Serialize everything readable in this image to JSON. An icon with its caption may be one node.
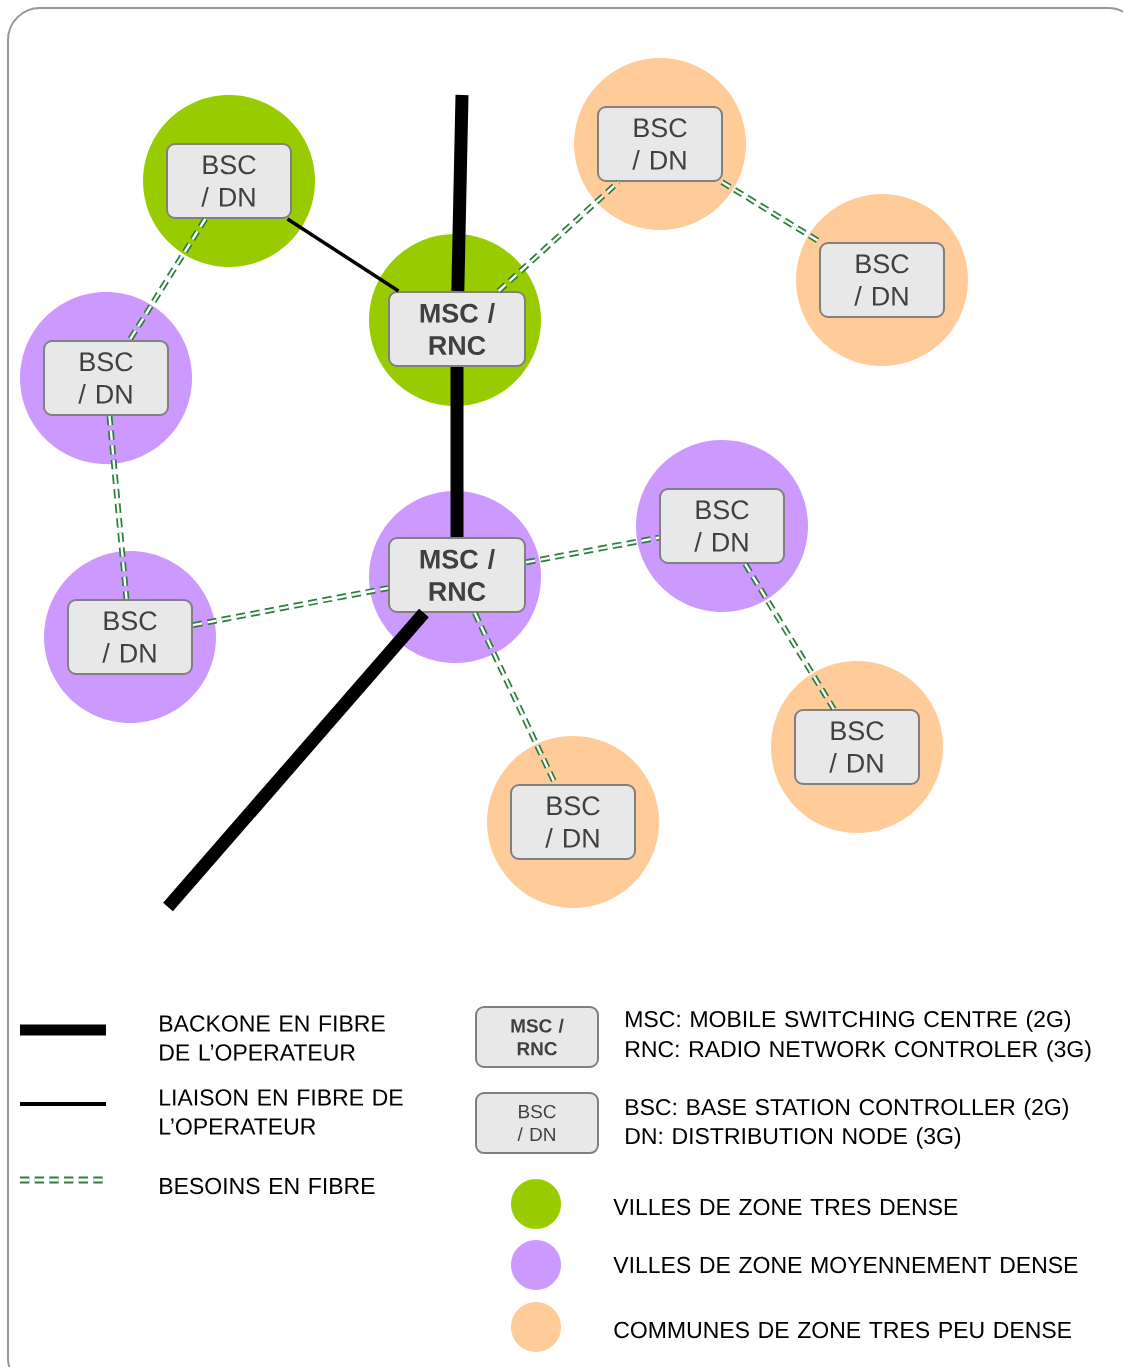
{
  "diagram": {
    "nodes": [
      {
        "text": [],
        "shape": "circle"
      },
      {
        "text": [
          "BSC / DN"
        ],
        "in": 0
      },
      {
        "text": [],
        "shape": "circle"
      },
      {
        "text": [
          "BSC / DN"
        ],
        "in": 2
      },
      {
        "text": [],
        "shape": "circle"
      },
      {
        "text": [
          "BSC / DN"
        ],
        "in": 4
      },
      {
        "text": [],
        "shape": "circle"
      },
      {
        "text": [
          "MSC / RNC"
        ],
        "in": 6
      },
      {
        "text": [],
        "shape": "circle"
      },
      {
        "text": [
          "BSC / DN"
        ],
        "in": 8
      },
      {
        "text": [],
        "shape": "circle"
      },
      {
        "text": [
          "BSC / DN"
        ],
        "in": 10
      },
      {
        "text": [],
        "shape": "circle"
      },
      {
        "text": [
          "MSC / RNC"
        ],
        "in": 12
      },
      {
        "text": [],
        "shape": "circle"
      },
      {
        "text": [
          "BSC / DN"
        ],
        "in": 14
      },
      {
        "text": [],
        "shape": "circle"
      },
      {
        "text": [
          "BSC / DN"
        ],
        "in": 16
      },
      {
        "text": [],
        "shape": "circle"
      },
      {
        "text": [
          "BSC / DN"
        ],
        "in": 18
      },
      {
        "text": [
          "MSC / RNC"
        ]
      },
      {
        "text": [
          "BSC / DN"
        ]
      }
    ],
    "edges": [
      {
        "from": null,
        "to": 7,
        "arrow": "none",
        "style": "thick",
        "color": "#000000"
      },
      {
        "from": 7,
        "to": 13,
        "arrow": "none",
        "style": "thick",
        "color": "#000000"
      },
      {
        "from": 13,
        "to": null,
        "arrow": "none",
        "style": "thick",
        "color": "#000000"
      },
      {
        "from": 3,
        "to": 7,
        "arrow": "none",
        "color": "#000000"
      },
      {
        "from": 7,
        "to": 1,
        "arrow": "none",
        "style": "dashed"
      },
      {
        "from": 1,
        "to": 5,
        "arrow": "none",
        "style": "dashed"
      },
      {
        "from": 3,
        "to": 9,
        "arrow": "none",
        "style": "dashed"
      },
      {
        "from": 9,
        "to": 15,
        "arrow": "none",
        "style": "dashed"
      },
      {
        "from": 15,
        "to": 13,
        "arrow": "none",
        "style": "dashed"
      },
      {
        "from": 13,
        "to": 11,
        "arrow": "none",
        "style": "dashed"
      },
      {
        "from": 11,
        "to": 17,
        "arrow": "none",
        "style": "dashed"
      },
      {
        "from": 13,
        "to": 19,
        "arrow": "none",
        "style": "dashed"
      }
    ],
    "legend": [
      {
        "text": "BACKONE EN FIBRE DE L’OPERATEUR"
      },
      {
        "text": "MSC: MOBILE SWITCHING CENTRE (2G)"
      },
      {
        "text": "RNC: RADIO NETWORK CONTROLER (3G)"
      },
      {
        "text": "LIAISON EN FIBRE DE L’OPERATEUR"
      },
      {
        "text": "BSC: BASE STATION CONTROLLER (2G)"
      },
      {
        "text": "DN: DISTRIBUTION NODE (3G)"
      },
      {
        "text": "BESOINS EN FIBRE"
      },
      {
        "text": "VILLES DE ZONE TRES DENSE",
        "color": "#99cc00"
      },
      {
        "text": "VILLES DE ZONE MOYENNEMENT DENSE",
        "color": "#cc99ff"
      },
      {
        "text": "COMMUNES DE  ZONE TRES PEU DENSE",
        "color": "#ffcc99"
      }
    ]
  }
}
